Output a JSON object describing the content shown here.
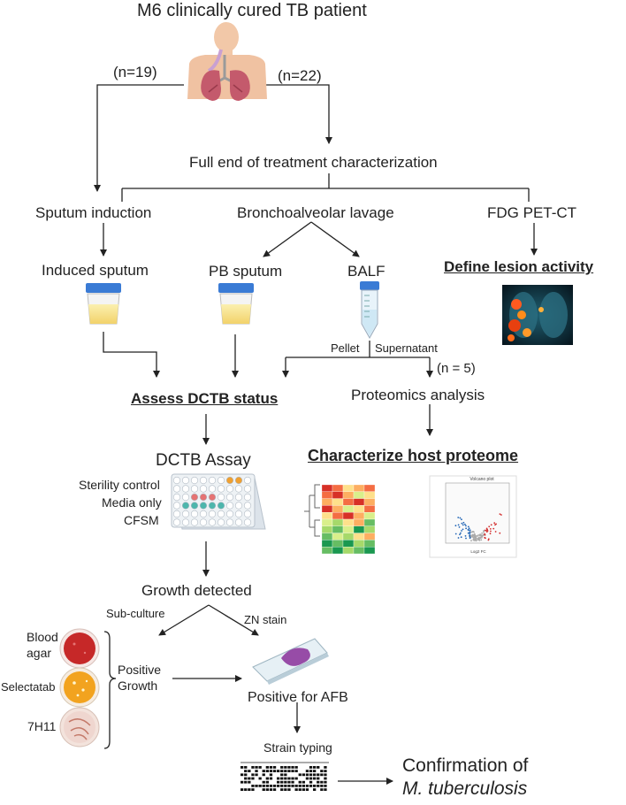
{
  "header": {
    "title": "M6 clinically cured TB patient"
  },
  "branches": {
    "left_n": "(n=19)",
    "right_n": "(n=22)"
  },
  "characterization": "Full end of treatment characterization",
  "methods": {
    "sputum": "Sputum induction",
    "bal": "Bronchoalveolar lavage",
    "pet": "FDG PET-CT"
  },
  "samples": {
    "induced": "Induced sputum",
    "pb": "PB sputum",
    "balf": "BALF",
    "lesion": "Define lesion activity"
  },
  "split": {
    "pellet": "Pellet",
    "supernatant": "Supernatant",
    "n5": "(n = 5)"
  },
  "assess": "Assess DCTB status",
  "proteomics": "Proteomics analysis",
  "assay": {
    "title": "DCTB Assay",
    "row1": "Sterility control",
    "row2": "Media only",
    "row3": "CFSM"
  },
  "host": "Characterize host proteome",
  "volcano": {
    "title": "Volcano plot",
    "xlabel": "Log2 FC"
  },
  "growth": {
    "detected": "Growth detected",
    "subculture": "Sub-culture",
    "zn": "ZN stain"
  },
  "plates": {
    "blood": "Blood agar",
    "blood_l1": "Blood",
    "blood_l2": "agar",
    "selectatab": "Selectatab",
    "h11": "7H11"
  },
  "positive": {
    "growth_l1": "Positive",
    "growth_l2": "Growth",
    "afb": "Positive for AFB"
  },
  "strain": "Strain typing",
  "confirm": {
    "line1": "Confirmation of",
    "line2": "M. tuberculosis"
  },
  "colors": {
    "arrow": "#222222",
    "blood": "#c62828",
    "selectatab": "#f2a31f",
    "h11": "#efd6cf",
    "stain": "#8e3a9e",
    "plate_orange": "#f0a030",
    "plate_red": "#e57373",
    "plate_teal": "#4db6ac",
    "volcano_up": "#d32f2f",
    "volcano_down": "#1e63b5"
  },
  "icons": [
    "lungs-patient-icon",
    "specimen-cup-icon",
    "falcon-tube-icon",
    "pet-ct-scan-icon",
    "well-plate-icon",
    "heatmap-icon",
    "volcano-plot-icon",
    "petri-dish-icon",
    "microscope-slide-icon",
    "strain-typing-gel-icon"
  ]
}
